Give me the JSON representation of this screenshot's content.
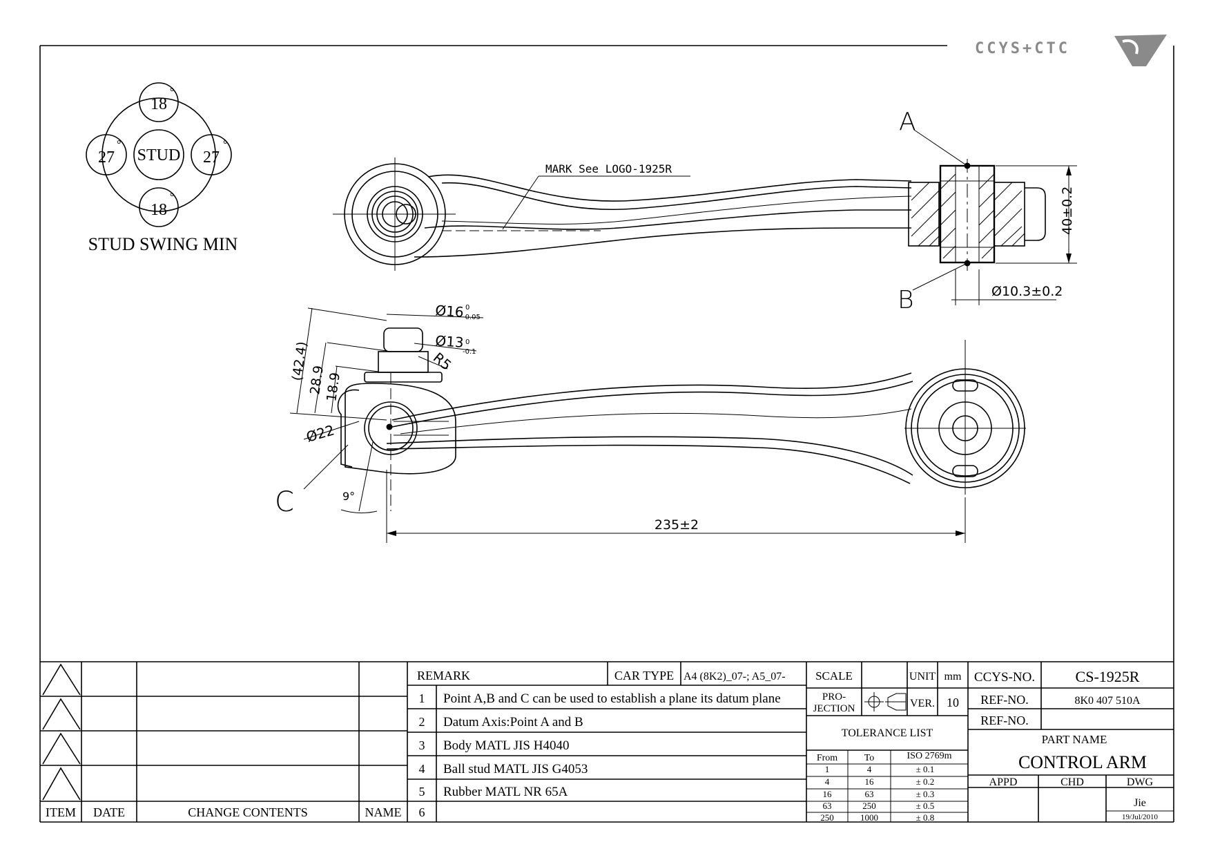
{
  "logo": {
    "text": "CCYS+CTC"
  },
  "stud_swing": {
    "title": "STUD SWING MIN",
    "center": "STUD",
    "top": "18",
    "bottom": "18",
    "left": "27",
    "right": "27",
    "degree_mark": "°"
  },
  "annotations": {
    "mark": "MARK See LOGO-1925R",
    "point_a": "A",
    "point_b": "B",
    "point_c": "C",
    "dim_height": "40±0.2",
    "dim_bore": "Ø10.3±0.2",
    "dim_stud_top": "Ø16",
    "dim_stud_top_tol_upper": "0",
    "dim_stud_top_tol_lower": "-0.05",
    "dim_stud_mid": "Ø13",
    "dim_stud_mid_tol_upper": "0",
    "dim_stud_mid_tol_lower": "-0.1",
    "dim_radius": "R5",
    "dim_42": "(42.4)",
    "dim_28": "28.9",
    "dim_18": "18.9",
    "dim_ball": "Ø22",
    "dim_angle": "9°",
    "dim_length": "235±2"
  },
  "revision_table": {
    "headers": {
      "item": "ITEM",
      "date": "DATE",
      "change": "CHANGE CONTENTS",
      "name": "NAME"
    }
  },
  "remarks": {
    "header": "REMARK",
    "car_type_label": "CAR TYPE",
    "car_type_value": "A4 (8K2)_07-; A5_07-",
    "rows": [
      {
        "num": "1",
        "text": "Point A,B and C can be used to establish a plane its datum plane"
      },
      {
        "num": "2",
        "text": "Datum Axis:Point A and B"
      },
      {
        "num": "3",
        "text": "Body MATL JIS H4040"
      },
      {
        "num": "4",
        "text": "Ball stud MATL JIS G4053"
      },
      {
        "num": "5",
        "text": "Rubber MATL NR 65A"
      },
      {
        "num": "6",
        "text": ""
      }
    ]
  },
  "scale_block": {
    "scale_label": "SCALE",
    "unit_label": "UNIT",
    "unit_value": "mm",
    "projection_label_1": "PRO-",
    "projection_label_2": "JECTION",
    "ver_label": "VER.",
    "ver_value": "10"
  },
  "tolerance": {
    "title": "TOLERANCE LIST",
    "headers": {
      "from": "From",
      "to": "To",
      "iso": "ISO 2769m"
    },
    "rows": [
      {
        "from": "1",
        "to": "4",
        "tol": "± 0.1"
      },
      {
        "from": "4",
        "to": "16",
        "tol": "± 0.2"
      },
      {
        "from": "16",
        "to": "63",
        "tol": "± 0.3"
      },
      {
        "from": "63",
        "to": "250",
        "tol": "± 0.5"
      },
      {
        "from": "250",
        "to": "1000",
        "tol": "± 0.8"
      }
    ]
  },
  "title_block": {
    "ccys_label": "CCYS-NO.",
    "ccys_value": "CS-1925R",
    "ref_label": "REF-NO.",
    "ref_value": "8K0 407 510A",
    "ref2_label": "REF-NO.",
    "ref2_value": "",
    "part_name_label": "PART NAME",
    "part_name": "CONTROL ARM",
    "appd_label": "APPD",
    "chd_label": "CHD",
    "dwg_label": "DWG",
    "dwg_name": "Jie",
    "date": "19/Jul/2010"
  }
}
